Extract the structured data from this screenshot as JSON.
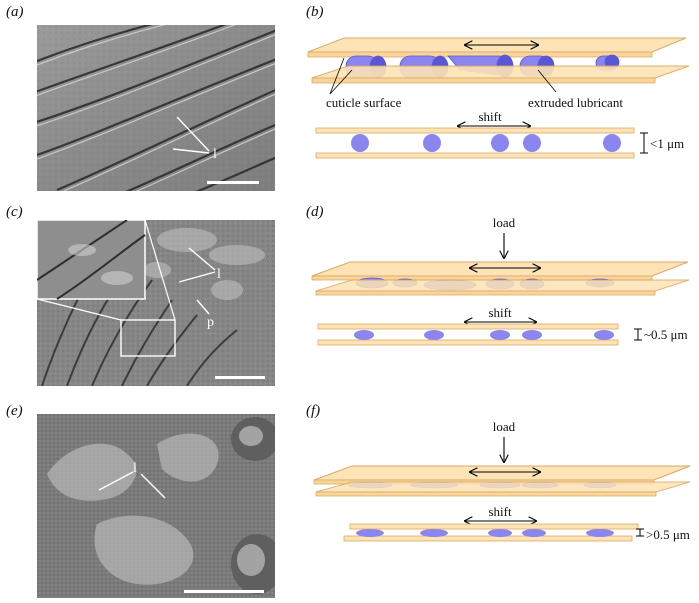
{
  "panels": {
    "a": "(a)",
    "b": "(b)",
    "c": "(c)",
    "d": "(d)",
    "e": "(e)",
    "f": "(f)"
  },
  "micrographs": {
    "a_label_l": "l",
    "c_label_l": "l",
    "c_label_p": "p",
    "e_label_l": "l"
  },
  "diagrams": {
    "b": {
      "cuticle_surface": "cuticle surface",
      "extruded_lubricant": "extruded lubricant",
      "shift": "shift",
      "gap": "<1 μm"
    },
    "d": {
      "load": "load",
      "shift": "shift",
      "gap": "~0.5 μm"
    },
    "f": {
      "load": "load",
      "shift": "shift",
      "gap": ">0.5 μm"
    }
  },
  "colors": {
    "plate_fill": "#fde3b5",
    "plate_edge": "#d9a865",
    "lubricant": "#8a86ee",
    "lubricant_dark": "#5b56d4",
    "sem_grey": "#7c7c7c"
  }
}
